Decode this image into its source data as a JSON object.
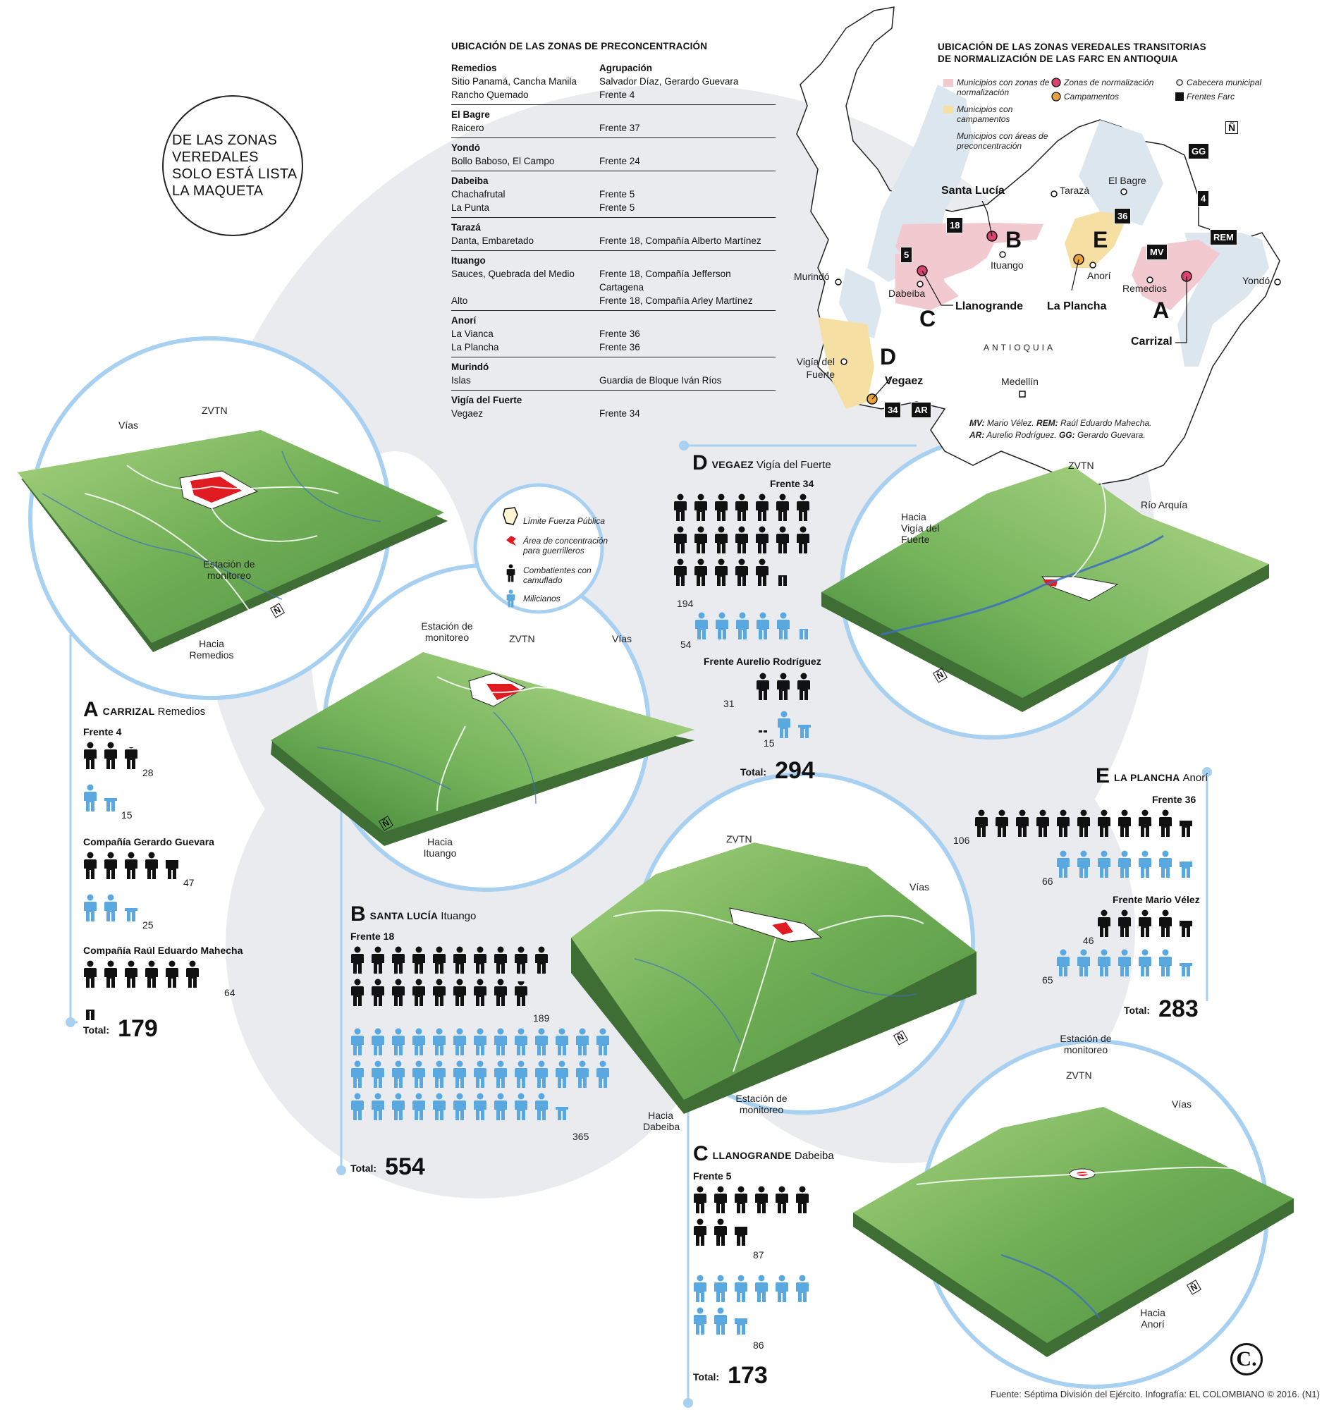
{
  "headline": [
    "DE LAS ZONAS",
    "VEREDALES",
    "SOLO ESTÁ LISTA",
    "LA MAQUETA"
  ],
  "colors": {
    "black_icon": "#111111",
    "blue_icon": "#5aa8e0",
    "circle_line": "#a8d0f0",
    "bg_shape": "#e9ebef",
    "zone_red": "#e11b22"
  },
  "table": {
    "title": "UBICACIÓN DE LAS ZONAS DE PRECONCENTRACIÓN",
    "col2_header": "Agrupación",
    "groups": [
      {
        "name": "Remedios",
        "rows": [
          [
            "Sitio Panamá, Cancha Manila",
            "Salvador Díaz, Gerardo Guevara"
          ],
          [
            "Rancho Quemado",
            "Frente 4"
          ]
        ]
      },
      {
        "name": "El Bagre",
        "rows": [
          [
            "Raicero",
            "Frente 37"
          ]
        ]
      },
      {
        "name": "Yondó",
        "rows": [
          [
            "Bollo Baboso, El Campo",
            "Frente 24"
          ]
        ]
      },
      {
        "name": "Dabeiba",
        "rows": [
          [
            "Chachafrutal",
            "Frente 5"
          ],
          [
            "La Punta",
            "Frente 5"
          ]
        ]
      },
      {
        "name": "Tarazá",
        "rows": [
          [
            "Danta, Embaretado",
            "Frente 18, Compañía Alberto Martínez"
          ]
        ]
      },
      {
        "name": "Ituango",
        "rows": [
          [
            "Sauces, Quebrada del Medio",
            "Frente 18, Compañía Jefferson Cartagena"
          ],
          [
            "Alto",
            "Frente 18, Compañía Arley Martínez"
          ]
        ]
      },
      {
        "name": "Anorí",
        "rows": [
          [
            "La Vianca",
            "Frente 36"
          ],
          [
            "La Plancha",
            "Frente 36"
          ]
        ]
      },
      {
        "name": "Murindó",
        "rows": [
          [
            "Islas",
            "Guardia de Bloque Iván Ríos"
          ]
        ]
      },
      {
        "name": "Vigía del Fuerte",
        "rows": [
          [
            "Vegaez",
            "Frente 34"
          ]
        ]
      }
    ]
  },
  "map": {
    "title": [
      "UBICACIÓN DE LAS ZONAS VEREDALES TRANSITORIAS",
      "DE NORMALIZACIÓN DE LAS FARC EN ANTIOQUIA"
    ],
    "legend": {
      "municipios_zonas": "Municipios con zonas de normalización",
      "municipios_campamentos": "Municipios con campamentos",
      "municipios_preconcentracion": "Municipios con áreas de preconcentración",
      "zonas_normalizacion": "Zonas de normalización",
      "campamentos": "Campamentos",
      "cabecera": "Cabecera municipal",
      "frentes": "Frentes Farc"
    },
    "north_label": "Ñ",
    "places": {
      "taraza": "Tarazá",
      "el_bagre": "El Bagre",
      "ituango": "Ituango",
      "anori": "Anorí",
      "remedios": "Remedios",
      "yondo": "Yondó",
      "murindo": "Murindó",
      "dabeiba": "Dabeiba",
      "vigia": "Vigía del Fuerte",
      "antioquia": "ANTIOQUIA",
      "medellin": "Medellín"
    },
    "zones": {
      "santa_lucia": "Santa Lucía",
      "llanogrande": "Llanogrande",
      "la_plancha": "La Plancha",
      "carrizal": "Carrizal",
      "vegaez": "Vegaez"
    },
    "tags": [
      "GG",
      "4",
      "REM",
      "MV",
      "36",
      "18",
      "5",
      "34",
      "AR"
    ],
    "abbreviations": [
      [
        "MV:",
        "Mario Vélez."
      ],
      [
        "REM:",
        "Raúl Eduardo Mahecha."
      ],
      [
        "AR:",
        "Aurelio Rodríguez."
      ],
      [
        "GG:",
        "Gerardo Guevara."
      ]
    ]
  },
  "model_legend": {
    "limite": "Límite Fuerza Pública",
    "area": "Área de concentración para guerrilleros",
    "combatientes": "Combatientes con camuflado",
    "milicianos": "Milicianos"
  },
  "terrain_labels": {
    "a": {
      "vias": "Vías",
      "zvtn": "ZVTN",
      "estacion": "Estación de monitoreo",
      "hacia": "Hacia Remedios",
      "north": "Ñ"
    },
    "b": {
      "estacion": "Estación de monitoreo",
      "zvtn": "ZVTN",
      "vias": "Vías",
      "hacia": "Hacia Ituango",
      "north": "Ñ"
    },
    "c": {
      "zvtn": "ZVTN",
      "vias": "Vías",
      "estacion": "Estación de monitoreo",
      "hacia": "Hacia Dabeiba",
      "north": "Ñ"
    },
    "d": {
      "zvtn": "ZVTN",
      "rio": "Río Arquía",
      "hacia": "Hacia Vigía del Fuerte",
      "north": "Ñ"
    },
    "e": {
      "estacion": "Estación de monitoreo",
      "zvtn": "ZVTN",
      "vias": "Vías",
      "hacia": "Hacia Anorí",
      "north": "Ñ"
    }
  },
  "zones": {
    "a": {
      "letter": "A",
      "name": "CARRIZAL",
      "place": "Remedios",
      "groups": [
        {
          "name": "Frente 4",
          "combatants": 28,
          "milicianos": 15
        },
        {
          "name": "Compañía Gerardo Guevara",
          "combatants": 47,
          "milicianos": 25
        },
        {
          "name": "Compañía Raúl Eduardo Mahecha",
          "combatants": 64
        }
      ],
      "total_label": "Total:",
      "total": 179
    },
    "b": {
      "letter": "B",
      "name": "SANTA LUCÍA",
      "place": "Ituango",
      "groups": [
        {
          "name": "Frente 18",
          "combatants": 189,
          "milicianos": 365
        }
      ],
      "total_label": "Total:",
      "total": 554
    },
    "c": {
      "letter": "C",
      "name": "LLANOGRANDE",
      "place": "Dabeiba",
      "groups": [
        {
          "name": "Frente 5",
          "combatants": 87,
          "milicianos": 86
        }
      ],
      "total_label": "Total:",
      "total": 173
    },
    "d": {
      "letter": "D",
      "name": "VEGAEZ",
      "place": "Vigía del Fuerte",
      "groups": [
        {
          "name": "Frente 34",
          "combatants": 194,
          "milicianos": 54
        },
        {
          "name": "Frente Aurelio Rodríguez",
          "combatants": 31,
          "milicianos": 15
        }
      ],
      "total_label": "Total:",
      "total": 294
    },
    "e": {
      "letter": "E",
      "name": "LA PLANCHA",
      "place": "Anorí",
      "groups": [
        {
          "name": "Frente 36",
          "combatants": 106,
          "milicianos": 66
        },
        {
          "name": "Frente Mario Vélez",
          "combatants": 46,
          "milicianos": 65
        }
      ],
      "total_label": "Total:",
      "total": 283
    }
  },
  "source": "Fuente: Séptima División del Ejército. Infografía: EL COLOMBIANO © 2016. (N1)",
  "logo": "C."
}
